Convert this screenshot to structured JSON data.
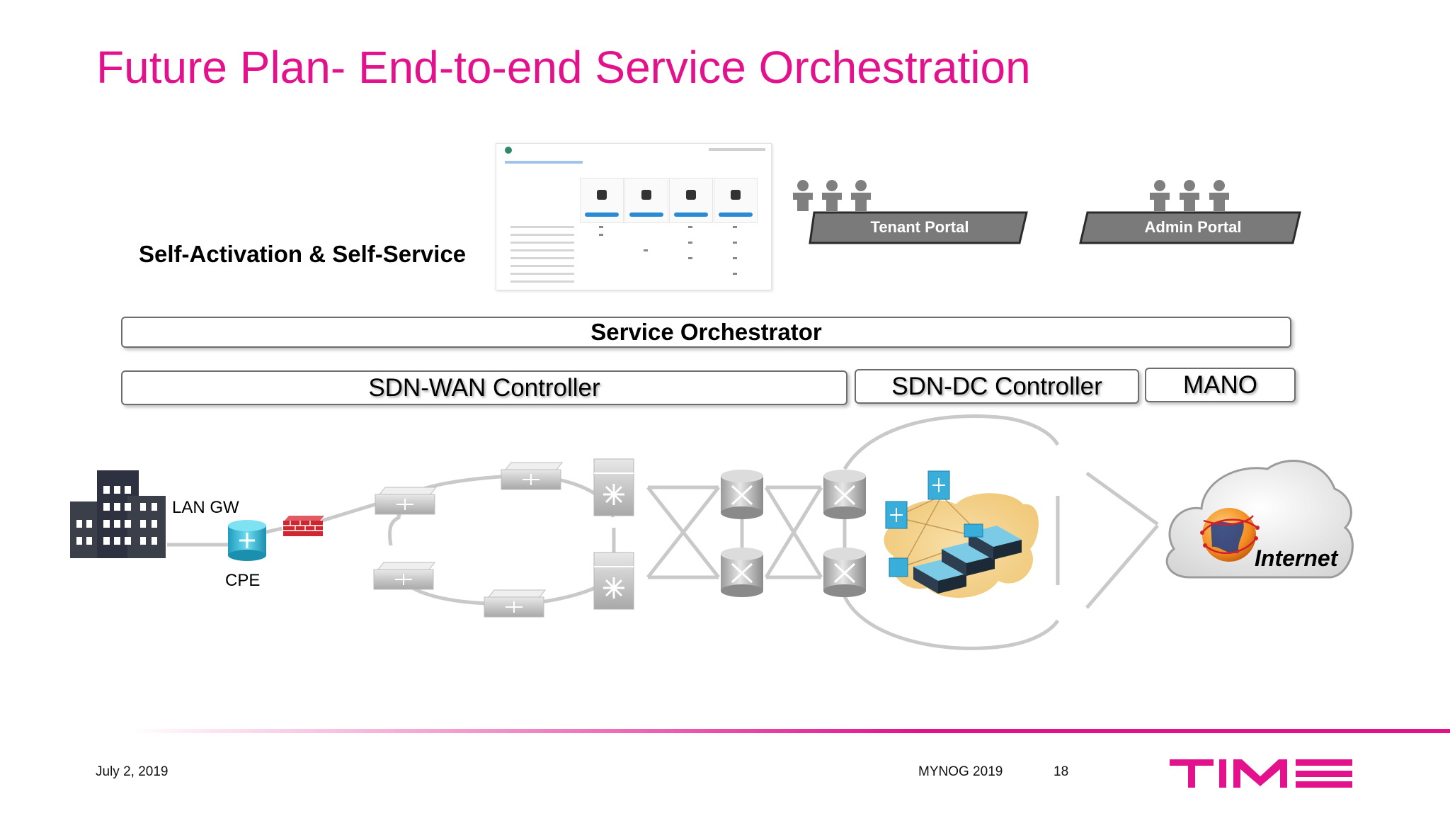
{
  "slide": {
    "title": "Future Plan- End-to-end Service Orchestration",
    "subtitle": "Self-Activation & Self-Service",
    "footer": {
      "date": "July 2, 2019",
      "event": "MYNOG 2019",
      "page": "18"
    },
    "colors": {
      "accent": "#e3118c",
      "portal_fill": "#7a7a7a",
      "device_gray": "#b9b9b9",
      "device_blue": "#2fb8d4",
      "firewall_red": "#cf2731"
    }
  },
  "portals": [
    {
      "label": "Tenant Portal",
      "icon": "users-group-icon"
    },
    {
      "label": "Admin Portal",
      "icon": "users-group-icon"
    }
  ],
  "layers": {
    "orchestrator": "Service Orchestrator",
    "sdn_wan": "SDN-WAN Controller",
    "sdn_dc": "SDN-DC Controller",
    "mano": "MANO"
  },
  "network": {
    "lan_gw": "LAN GW",
    "cpe": "CPE",
    "internet": "Internet",
    "icons": [
      "building-icon",
      "cpe-router-icon",
      "firewall-icon",
      "switch-icon",
      "multilayer-switch-icon",
      "router-icon",
      "datacenter-cloud-icon",
      "internet-cloud-icon",
      "globe-icon"
    ]
  },
  "logo": "time-logo"
}
